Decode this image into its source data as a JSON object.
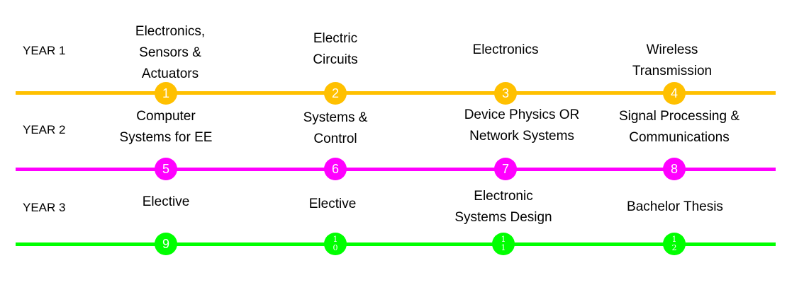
{
  "colors": {
    "year1": "#FFC000",
    "year2": "#FF00FF",
    "year3": "#00FF00"
  },
  "years": [
    {
      "label": "YEAR 1",
      "courses": [
        {
          "title": "Electronics,\nSensors &\nActuators",
          "number": "1"
        },
        {
          "title": "Electric\nCircuits",
          "number": "2"
        },
        {
          "title": "Electronics",
          "number": "3"
        },
        {
          "title": "Wireless\nTransmission",
          "number": "4"
        }
      ]
    },
    {
      "label": "YEAR 2",
      "courses": [
        {
          "title": "Computer\nSystems for EE",
          "number": "5"
        },
        {
          "title": "Systems &\nControl",
          "number": "6"
        },
        {
          "title": "Device Physics OR\nNetwork Systems",
          "number": "7"
        },
        {
          "title": "Signal Processing &\nCommunications",
          "number": "8"
        }
      ]
    },
    {
      "label": "YEAR 3",
      "courses": [
        {
          "title": "Elective",
          "number": "9"
        },
        {
          "title": "Elective",
          "number": "10"
        },
        {
          "title": "Electronic\nSystems Design",
          "number": "11"
        },
        {
          "title": "Bachelor Thesis",
          "number": "12"
        }
      ]
    }
  ]
}
